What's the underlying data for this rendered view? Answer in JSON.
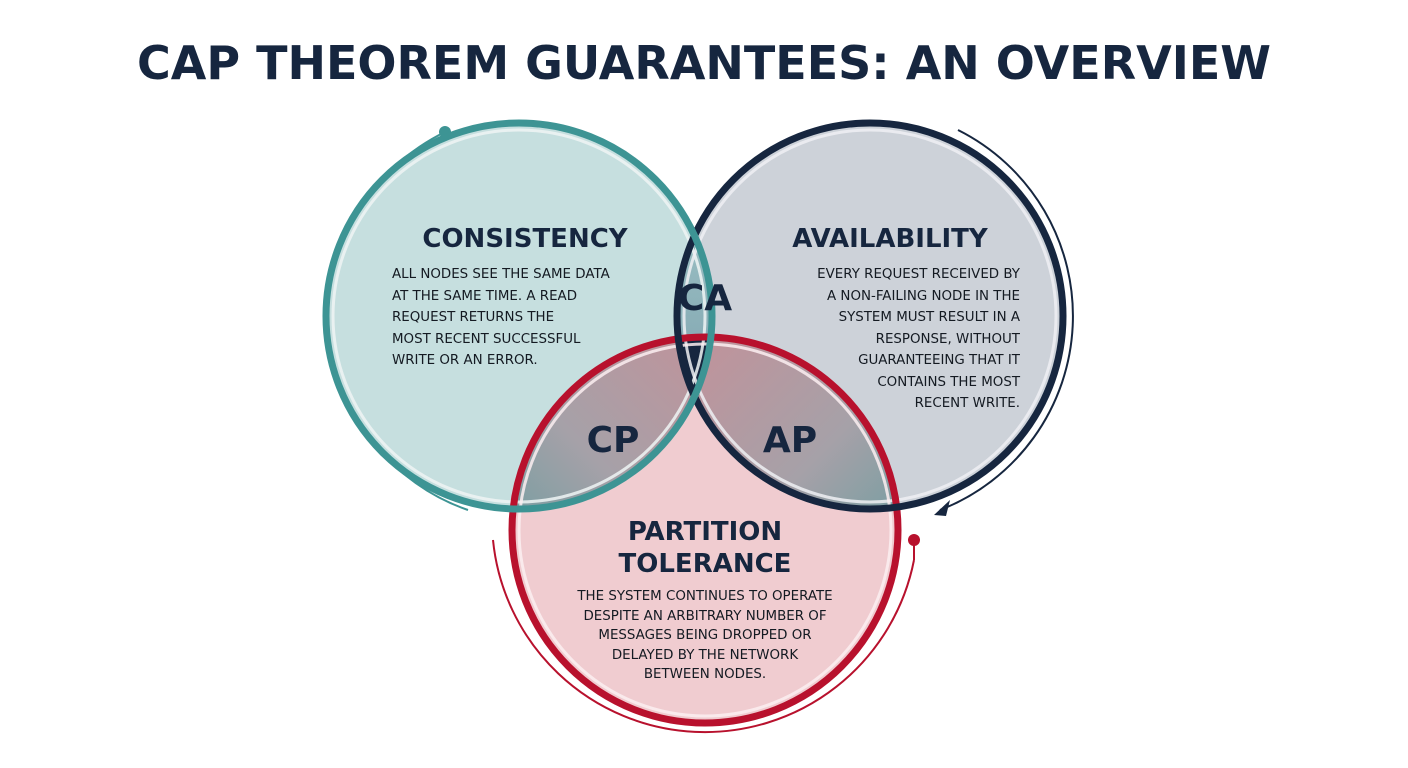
{
  "title": "CAP THEOREM GUARANTEES: AN OVERVIEW",
  "colors": {
    "title": "#16263f",
    "consistency_ring": "#3d9494",
    "consistency_fill": "#c6dfdf",
    "availability_ring": "#16263f",
    "availability_fill": "#cdd2d9",
    "partition_ring": "#b8112d",
    "partition_fill": "#f0ccd0",
    "center_fill": "#16263f"
  },
  "circles": {
    "consistency": {
      "heading": "CONSISTENCY",
      "lines": [
        "ALL NODES SEE THE SAME DATA",
        "AT THE SAME TIME. A READ",
        "REQUEST RETURNS THE",
        "MOST RECENT SUCCESSFUL",
        "WRITE OR AN ERROR."
      ]
    },
    "availability": {
      "heading": "AVAILABILITY",
      "lines": [
        "EVERY REQUEST RECEIVED BY",
        "A NON-FAILING NODE IN THE",
        "SYSTEM MUST RESULT IN A",
        "RESPONSE, WITHOUT",
        "GUARANTEEING THAT IT",
        "CONTAINS THE MOST",
        "RECENT WRITE."
      ]
    },
    "partition": {
      "heading_line1": "PARTITION",
      "heading_line2": "TOLERANCE",
      "lines": [
        "THE SYSTEM CONTINUES TO OPERATE",
        "DESPITE AN ARBITRARY NUMBER OF",
        "MESSAGES BEING DROPPED OR",
        "DELAYED BY THE NETWORK",
        "BETWEEN NODES."
      ]
    }
  },
  "intersections": {
    "ca": "CA",
    "cp": "CP",
    "ap": "AP"
  }
}
